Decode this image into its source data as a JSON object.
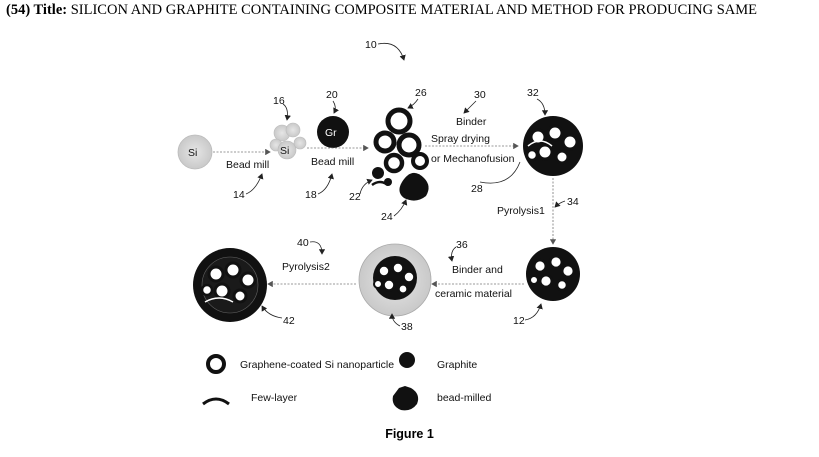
{
  "header": {
    "number": "(54) Title:",
    "title": "SILICON AND GRAPHITE CONTAINING COMPOSITE MATERIAL AND METHOD FOR PRODUCING SAME"
  },
  "diagram": {
    "labels": {
      "si": "Si",
      "si_small": "Si",
      "gr": "Gr",
      "bead_mill_1": "Bead mill",
      "bead_mill_2": "Bead mill",
      "binder": "Binder",
      "spray_drying": "Spray drying",
      "or_mechanofusion": "or Mechanofusion",
      "pyrolysis1": "Pyrolysis1",
      "binder_and": "Binder and",
      "ceramic_material": "ceramic material",
      "pyrolysis2": "Pyrolysis2"
    },
    "refs": {
      "r10": "10",
      "r16": "16",
      "r20": "20",
      "r26": "26",
      "r30": "30",
      "r32": "32",
      "r14": "14",
      "r18": "18",
      "r22": "22",
      "r24": "24",
      "r28": "28",
      "r34": "34",
      "r36": "36",
      "r40": "40",
      "r42": "42",
      "r38": "38",
      "r12": "12"
    }
  },
  "legend": {
    "graphene_coated": "Graphene-coated Si nanoparticle",
    "graphite": "Graphite",
    "few_layer": "Few-layer",
    "bead_milled": "bead-milled"
  },
  "caption": "Figure 1"
}
